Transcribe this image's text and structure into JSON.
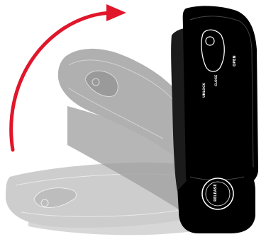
{
  "colors": {
    "device_body": "#000000",
    "ghost_near": "#cfcfcf",
    "ghost_far": "#b4b4b4",
    "arrow": "#e0162b",
    "label_text": "#ffffff",
    "ghost_label_text": "#f2f2f2"
  },
  "labels": {
    "open": "OPEN",
    "close": "CLOSE",
    "unlock": "UNLOCK",
    "release": "RELEASE"
  },
  "icons": {
    "rotation_arrow": "curved-arrow-icon"
  }
}
